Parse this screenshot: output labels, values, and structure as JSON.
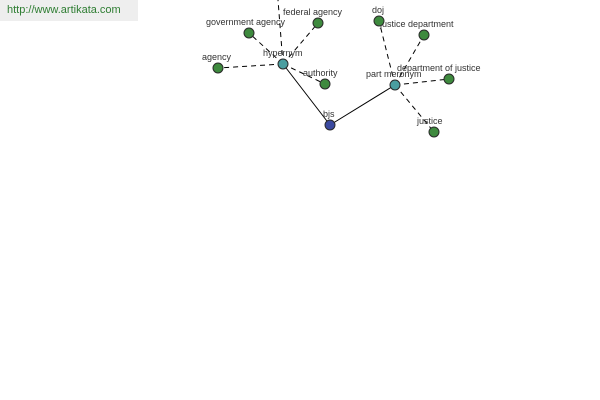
{
  "watermark": {
    "url": "http://www.artikata.com"
  },
  "colors": {
    "center_node": "#3b4aa0",
    "relation_node": "#4a9ea0",
    "term_node": "#3e8a3e",
    "url_text": "#2e7d32"
  },
  "graph": {
    "center": "bjs",
    "relations": [
      "hypernym",
      "part meronym"
    ],
    "terms": {
      "hypernym": [
        "government agency",
        "federal agency",
        "agency",
        "authority"
      ],
      "part meronym": [
        "doj",
        "justice department",
        "department of justice",
        "justice"
      ]
    }
  }
}
